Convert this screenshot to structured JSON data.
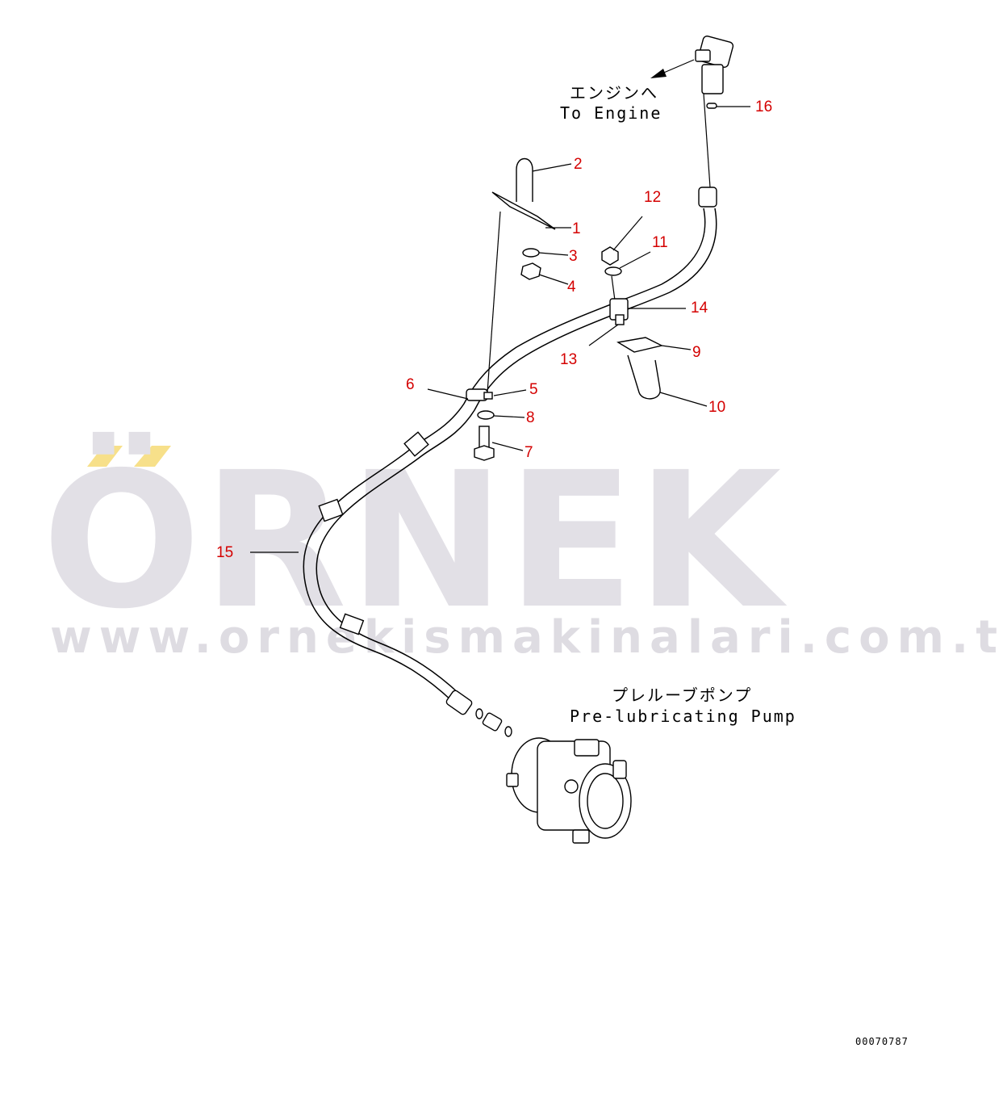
{
  "watermark": {
    "brand": "ÖRNEK",
    "url": "www.ornekismakinalari.com.tr",
    "accent_color": "#f7e08a",
    "text_color": "#e2e0e6"
  },
  "captions": {
    "engine_jp": "エンジンへ",
    "engine_en": "To Engine",
    "pump_jp": "プレルーブポンプ",
    "pump_en": "Pre-lubricating Pump"
  },
  "document_id": "00070787",
  "callout_color": "#d40000",
  "callouts": {
    "c1": "1",
    "c2": "2",
    "c3": "3",
    "c4": "4",
    "c5": "5",
    "c6": "6",
    "c7": "7",
    "c8": "8",
    "c9": "9",
    "c10": "10",
    "c11": "11",
    "c12": "12",
    "c13": "13",
    "c14": "14",
    "c15": "15",
    "c16": "16"
  }
}
